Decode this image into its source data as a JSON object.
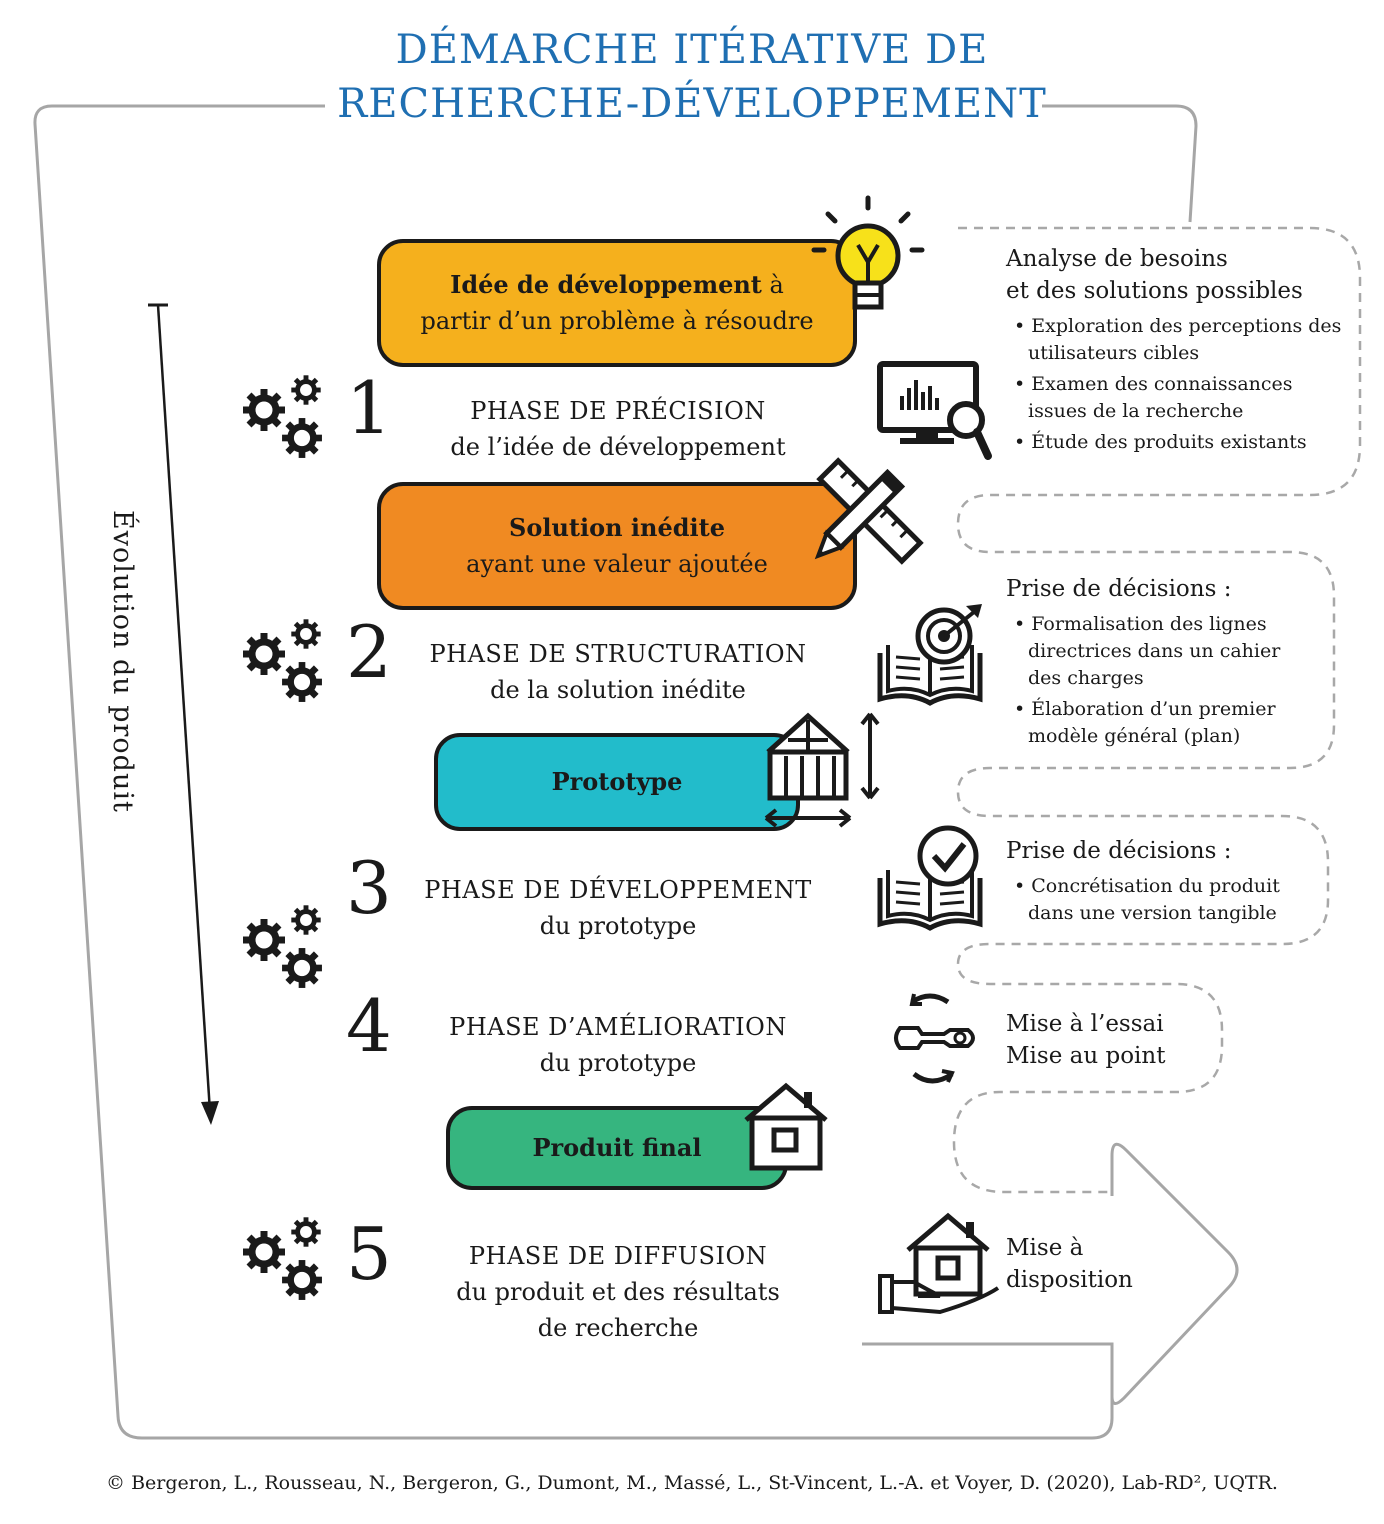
{
  "title": {
    "line1": "DÉMARCHE ITÉRATIVE DE",
    "line2": "RECHERCHE-DÉVELOPPEMENT"
  },
  "axis_label": "Évolution du produit",
  "colors": {
    "title": "#1f6fb2",
    "idea": "#f5b01d",
    "solution": "#f08a22",
    "prototype": "#22bccb",
    "final": "#36b57f",
    "dashed": "#a8a8a8"
  },
  "outputs": {
    "idea": {
      "bold": "Idée de développement",
      "rest": " à",
      "line2": "partir d’un problème à résoudre"
    },
    "solution": {
      "line1": "Solution inédite",
      "line2": "ayant une valeur ajoutée"
    },
    "prototype": {
      "label": "Prototype"
    },
    "final": {
      "label": "Produit final"
    }
  },
  "phases": [
    {
      "number": "1",
      "title": "PHASE DE PRÉCISION",
      "line2": "de l’idée de développement",
      "line3": ""
    },
    {
      "number": "2",
      "title": "PHASE DE STRUCTURATION",
      "line2": "de la solution inédite",
      "line3": ""
    },
    {
      "number": "3",
      "title": "PHASE DE DÉVELOPPEMENT",
      "line2": "du prototype",
      "line3": ""
    },
    {
      "number": "4",
      "title": "PHASE D’AMÉLIORATION",
      "line2": "du prototype",
      "line3": ""
    },
    {
      "number": "5",
      "title": "PHASE DE DIFFUSION",
      "line2": "du produit et des résultats",
      "line3": "de recherche"
    }
  ],
  "side_notes": [
    {
      "heading1": "Analyse de besoins",
      "heading2": "et des solutions possibles",
      "bullets": [
        "Exploration des perceptions des utilisateurs cibles",
        "Examen des connaissances issues de la recherche",
        "Étude des produits existants"
      ]
    },
    {
      "heading1": "Prise de décisions :",
      "heading2": "",
      "bullets": [
        "Formalisation des lignes directrices dans un cahier des charges",
        "Élaboration d’un premier modèle général (plan)"
      ]
    },
    {
      "heading1": "Prise de décisions :",
      "heading2": "",
      "bullets": [
        "Concrétisation du produit dans une version tangible"
      ]
    },
    {
      "heading1": "Mise à l’essai",
      "heading2": "Mise au point",
      "bullets": []
    },
    {
      "heading1": "Mise à",
      "heading2": "disposition",
      "bullets": []
    }
  ],
  "icons": [
    "lightbulb-icon",
    "analytics-monitor-icon",
    "ruler-pencil-icon",
    "book-target-icon",
    "prototype-house-icon",
    "book-check-icon",
    "wrench-cycle-icon",
    "house-icon",
    "house-hand-icon",
    "gears-icon"
  ],
  "credit": "© Bergeron, L., Rousseau, N., Bergeron, G., Dumont, M., Massé, L., St-Vincent, L.-A. et Voyer, D. (2020), Lab-RD², UQTR."
}
